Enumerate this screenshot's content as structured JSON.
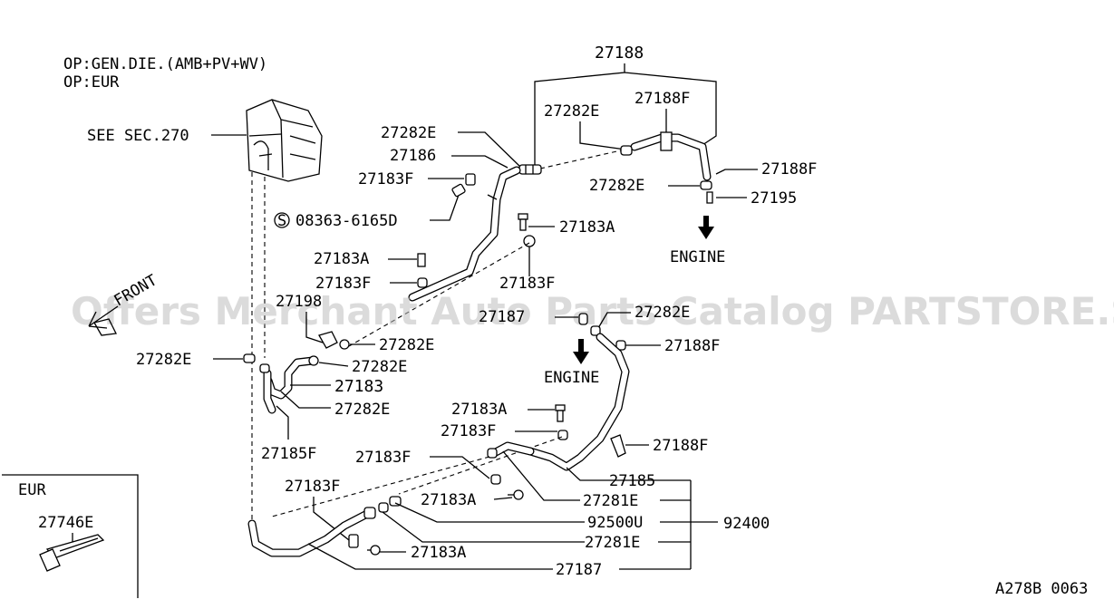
{
  "header": {
    "line1": "ΟP:GEN.DIE.(AMB+PV+WV)",
    "line2": "ΟP:EUR"
  },
  "watermark": "Offers Merchant Auto Parts Catalog PARTSTORE.SA",
  "diagram_code": "A278B 0063",
  "front_label": "FRONT",
  "engine_labels": [
    "ENGINE",
    "ENGINE"
  ],
  "inset": {
    "title": "EUR",
    "part": "27746E"
  },
  "callouts": {
    "see_sec": "SEE SEC.270",
    "screw_symbol": "S",
    "screw": "08363-6165D",
    "p27188_top": "27188",
    "p27282E_a": "27282E",
    "p27188F_a": "27188F",
    "p27282E_b": "27282E",
    "p27186": "27186",
    "p27183F_a": "27183F",
    "p27188F_b": "27188F",
    "p27282E_c": "27282E",
    "p27195": "27195",
    "p27183A_a": "27183A",
    "p27183A_b": "27183A",
    "p27183F_b": "27183F",
    "p27183F_c": "27183F",
    "p27198": "27198",
    "p27187_a": "27187",
    "p27282E_d": "27282E",
    "p27282E_e": "27282E",
    "p27188F_c": "27188F",
    "p27282E_f": "27282E",
    "p27282E_g": "27282E",
    "p27183": "27183",
    "p27282E_h": "27282E",
    "p27185F": "27185F",
    "p27183A_c": "27183A",
    "p27183F_d": "27183F",
    "p27183F_e": "27183F",
    "p27188F_d": "27188F",
    "p27185": "27185",
    "p27281E_a": "27281E",
    "p27183F_f": "27183F",
    "p27183A_d": "27183A",
    "p92500U": "92500U",
    "p92400": "92400",
    "p27281E_b": "27281E",
    "p27183A_e": "27183A",
    "p27187_b": "27187"
  }
}
